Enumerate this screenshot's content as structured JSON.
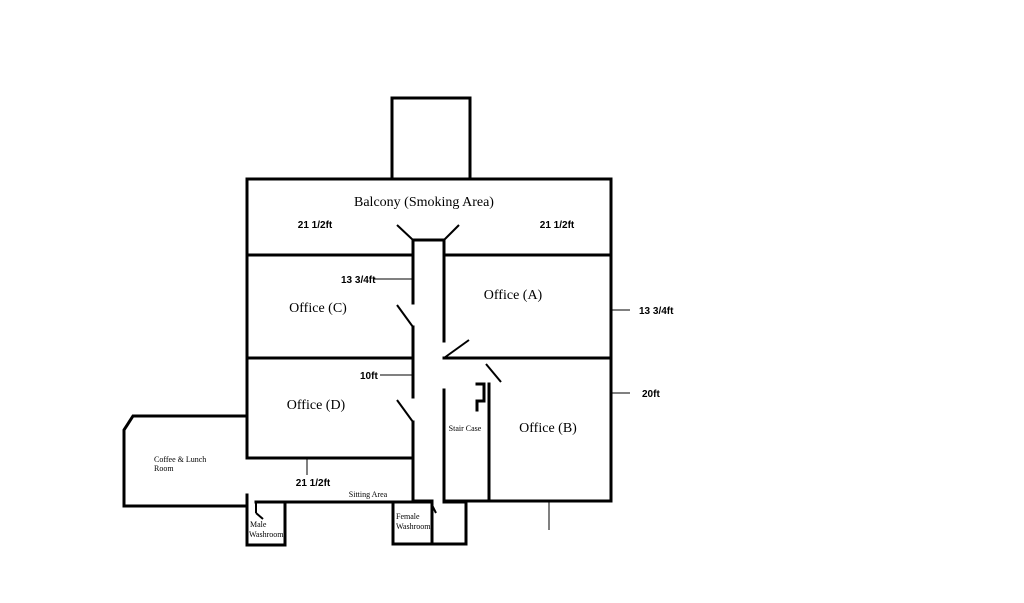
{
  "rooms": {
    "balcony": "Balcony (Smoking Area)",
    "office_a": "Office (A)",
    "office_b": "Office (B)",
    "office_c": "Office (C)",
    "office_d": "Office (D)",
    "stair_case": "Stair Case",
    "coffee_line1": "Coffee & Lunch",
    "coffee_line2": "Room",
    "sitting_area": "Sitting Area",
    "male_line1": "Male",
    "male_line2": "Washroom",
    "female_line1": "Female",
    "female_line2": "Washroom"
  },
  "dimensions": {
    "balcony_left": "21 1/2ft",
    "balcony_right": "21 1/2ft",
    "office_c_width": "13 3/4ft",
    "office_a_height": "13 3/4ft",
    "office_d_width": "10ft",
    "office_b_height": "20ft",
    "bottom_width": "21 1/2ft"
  }
}
